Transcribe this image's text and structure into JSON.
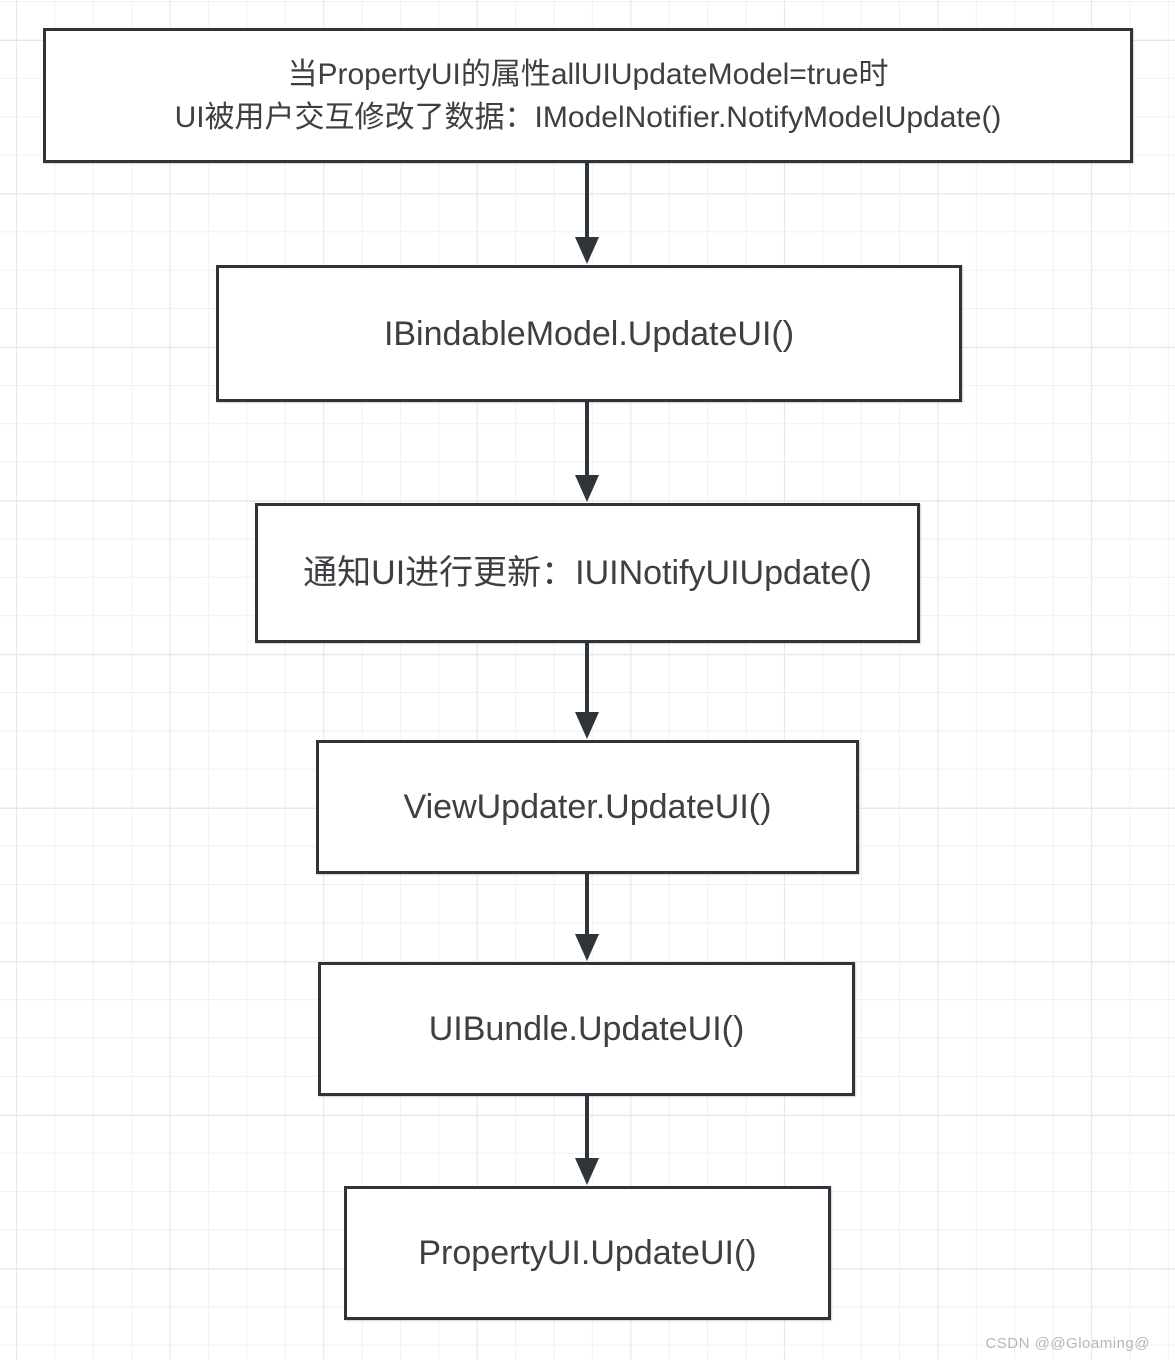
{
  "diagram": {
    "type": "flowchart",
    "direction": "top-down",
    "nodes": [
      {
        "id": "n1",
        "label": "当PropertyUI的属性allUIUpdateModel=true时\nUI被用户交互修改了数据：IModelNotifier.NotifyModelUpdate()"
      },
      {
        "id": "n2",
        "label": "IBindableModel.UpdateUI()"
      },
      {
        "id": "n3",
        "label": "通知UI进行更新：IUINotifyUIUpdate()"
      },
      {
        "id": "n4",
        "label": "ViewUpdater.UpdateUI()"
      },
      {
        "id": "n5",
        "label": "UIBundle.UpdateUI()"
      },
      {
        "id": "n6",
        "label": "PropertyUI.UpdateUI()"
      }
    ],
    "edges": [
      {
        "from": "n1",
        "to": "n2"
      },
      {
        "from": "n2",
        "to": "n3"
      },
      {
        "from": "n3",
        "to": "n4"
      },
      {
        "from": "n4",
        "to": "n5"
      },
      {
        "from": "n5",
        "to": "n6"
      }
    ]
  },
  "watermark": {
    "text": "CSDN @@Gloaming@"
  },
  "colors": {
    "border": "#2e343a",
    "text": "#3c4043",
    "grid_minor": "#f1f1f2",
    "grid_major": "#e6e7e9",
    "watermark": "#b4b8bd"
  }
}
